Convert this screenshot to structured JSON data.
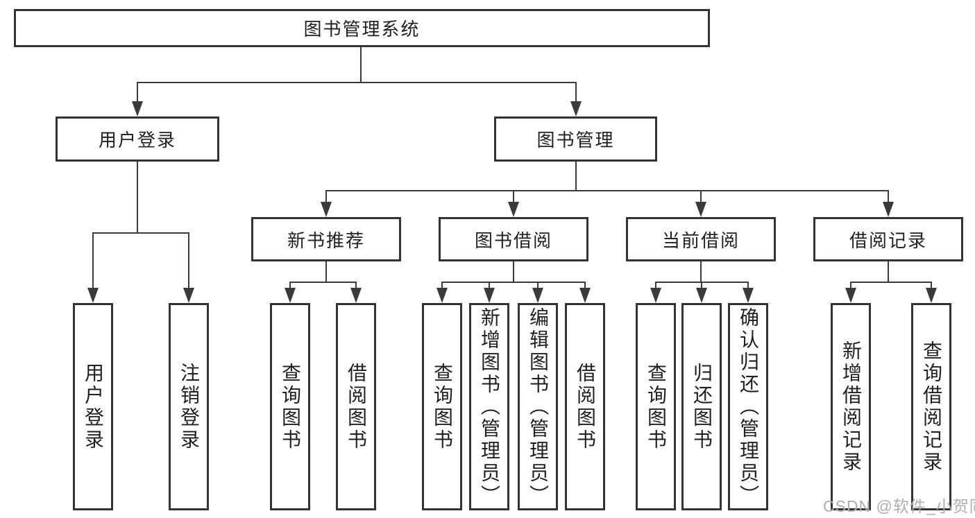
{
  "tree": {
    "root": {
      "label": "图书管理系统",
      "children": [
        {
          "label": "用户登录",
          "children": [
            {
              "label": "用户登录"
            },
            {
              "label": "注销登录"
            }
          ]
        },
        {
          "label": "图书管理",
          "children": [
            {
              "label": "新书推荐",
              "children": [
                {
                  "label": "查询图书"
                },
                {
                  "label": "借阅图书"
                }
              ]
            },
            {
              "label": "图书借阅",
              "children": [
                {
                  "label": "查询图书"
                },
                {
                  "label": "新增图书（管理员）"
                },
                {
                  "label": "编辑图书（管理员）"
                },
                {
                  "label": "借阅图书"
                }
              ]
            },
            {
              "label": "当前借阅",
              "children": [
                {
                  "label": "查询图书"
                },
                {
                  "label": "归还图书"
                },
                {
                  "label": "确认归还（管理员）"
                }
              ]
            },
            {
              "label": "借阅记录",
              "children": [
                {
                  "label": "新增借阅记录"
                },
                {
                  "label": "查询借阅记录"
                }
              ]
            }
          ]
        }
      ]
    }
  },
  "watermark": {
    "text": "CSDN @软件_小贺同学"
  },
  "icons": {
    "arrowhead": "arrow-down-icon"
  },
  "colors": {
    "line": "#3a3a3a",
    "border": "#333333",
    "text": "#1f1f1f",
    "watermark": "#aeaeae",
    "background": "#ffffff"
  }
}
